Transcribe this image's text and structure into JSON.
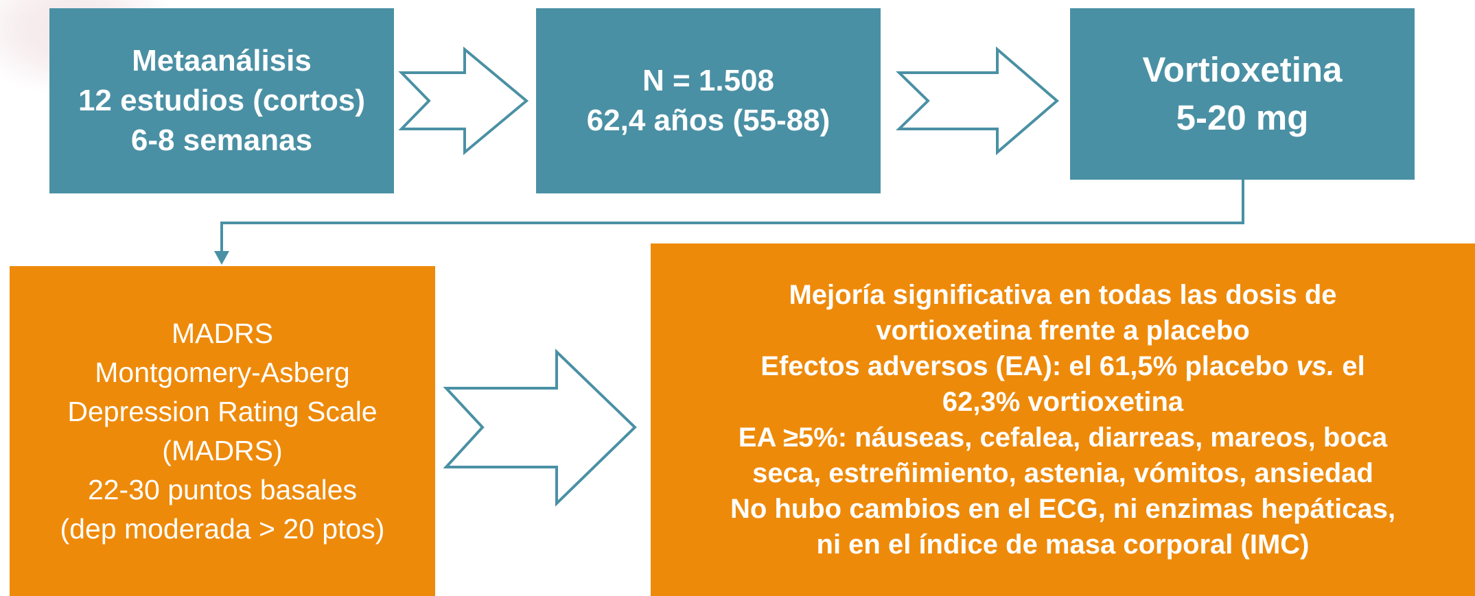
{
  "box_meta": {
    "line1": "Metaanálisis",
    "line2": "12 estudios (cortos)",
    "line3": "6-8 semanas"
  },
  "box_n": {
    "line1": "N = 1.508",
    "line2": "62,4 años (55-88)"
  },
  "box_vortioxetina": {
    "line1": "Vortioxetina",
    "line2": "5-20 mg"
  },
  "box_madrs": {
    "line1": "MADRS",
    "line2": "Montgomery-Asberg",
    "line3": "Depression Rating Scale",
    "line4": "(MADRS)",
    "line5": "22-30 puntos basales",
    "line6": "(dep moderada > 20 ptos)"
  },
  "box_result": {
    "line1": "Mejoría significativa en todas las dosis de",
    "line2": "vortioxetina frente a placebo",
    "line3_pre": "Efectos adversos (EA): el 61,5% placebo ",
    "line3_em": "vs.",
    "line3_post": " el",
    "line4": "62,3% vortioxetina",
    "line5": "EA ≥5%: náuseas, cefalea, diarreas, mareos, boca",
    "line6": "seca, estreñimiento, astenia, vómitos, ansiedad",
    "line7": "No hubo cambios en el ECG, ni enzimas hepáticas,",
    "line8": "ni en el índice de masa corporal (IMC)"
  },
  "colors": {
    "teal": "#4a90a4",
    "orange": "#ee8a0a",
    "connector": "#4a90a4",
    "text": "#ffffff"
  }
}
